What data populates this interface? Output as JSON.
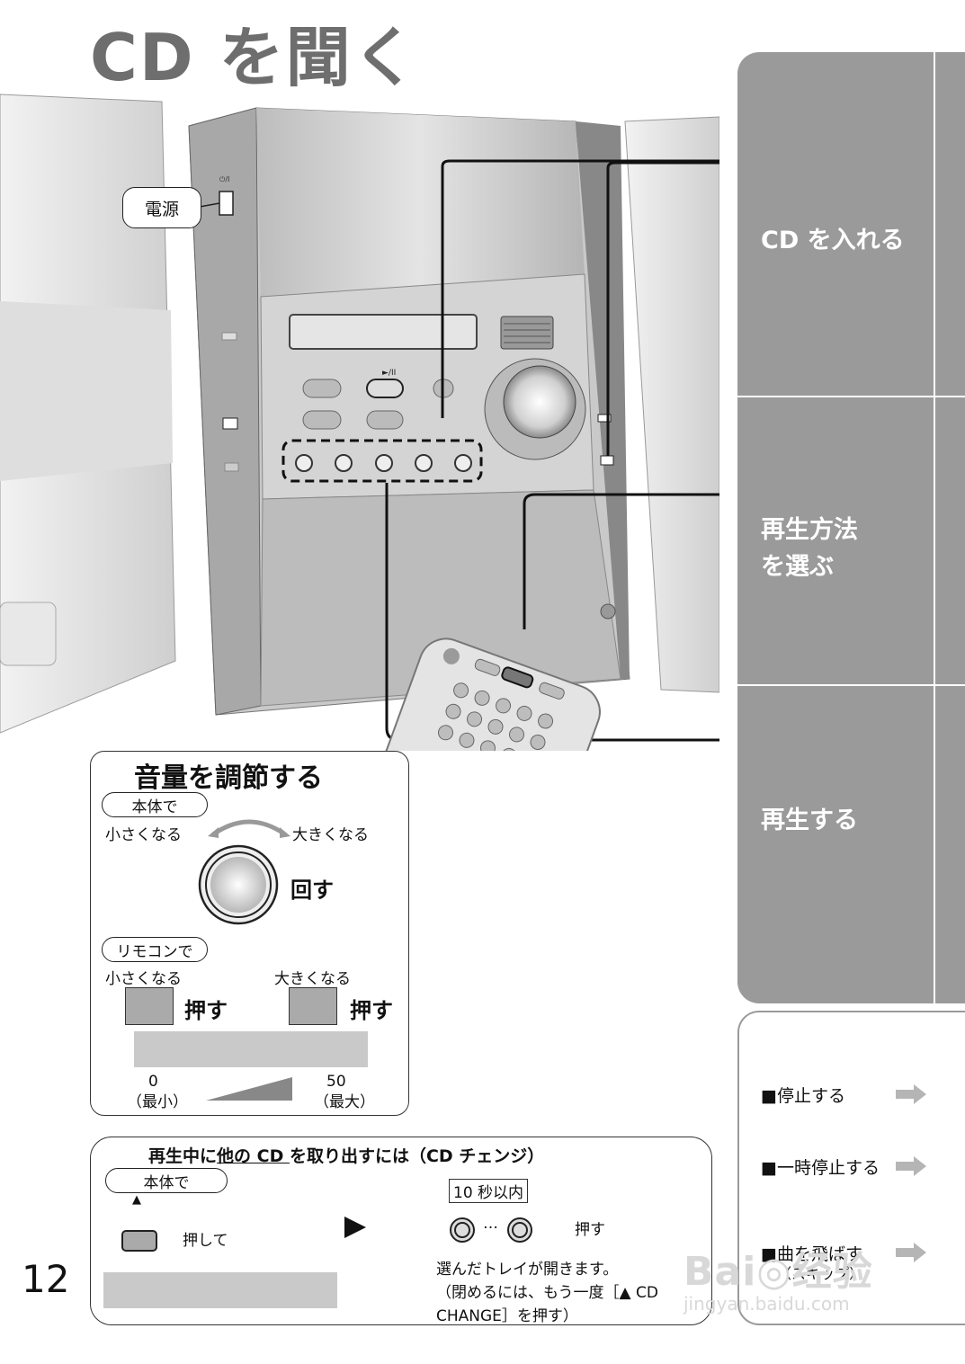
{
  "page": {
    "title": "CD を聞く",
    "number": "12"
  },
  "illustration": {
    "power_label": "電源",
    "power_symbol": "⏻/I",
    "play_symbol": "►/II"
  },
  "steps": [
    {
      "label": "CD を入れる"
    },
    {
      "label_line1": "再生方法",
      "label_line2": "を選ぶ"
    },
    {
      "label": "再生する"
    }
  ],
  "operations": [
    {
      "label": "■停止する"
    },
    {
      "label": "■一時停止する"
    },
    {
      "label": "■曲を飛ばす",
      "sub": "（スキップ）"
    }
  ],
  "volume": {
    "title": "音量を調節する",
    "unit_pill": "本体で",
    "smaller": "小さくなる",
    "larger": "大きくなる",
    "turn": "回す",
    "remote_pill": "リモコンで",
    "remote_smaller": "小さくなる",
    "remote_larger": "大きくなる",
    "press_left": "押す",
    "press_right": "押す",
    "min_value": "0",
    "min_label": "（最小）",
    "max_value": "50",
    "max_label": "（最大）"
  },
  "cd_change": {
    "title_pre": "再生中に",
    "title_underlined": "他の CD ",
    "title_post": "を取り出すには（CD チェンジ）",
    "unit_pill": "本体で",
    "eject_symbol": "▲",
    "press_and": "押して",
    "within": "10 秒以内",
    "dots": "…",
    "press": "押す",
    "tray_opens": "選んだトレイが開きます。",
    "close_note_1": "（閉めるには、もう一度［▲ CD",
    "close_note_2": "CHANGE］を押す）"
  },
  "watermark": {
    "brand": "Bai◎经验",
    "url": "jingyan.baidu.com"
  }
}
